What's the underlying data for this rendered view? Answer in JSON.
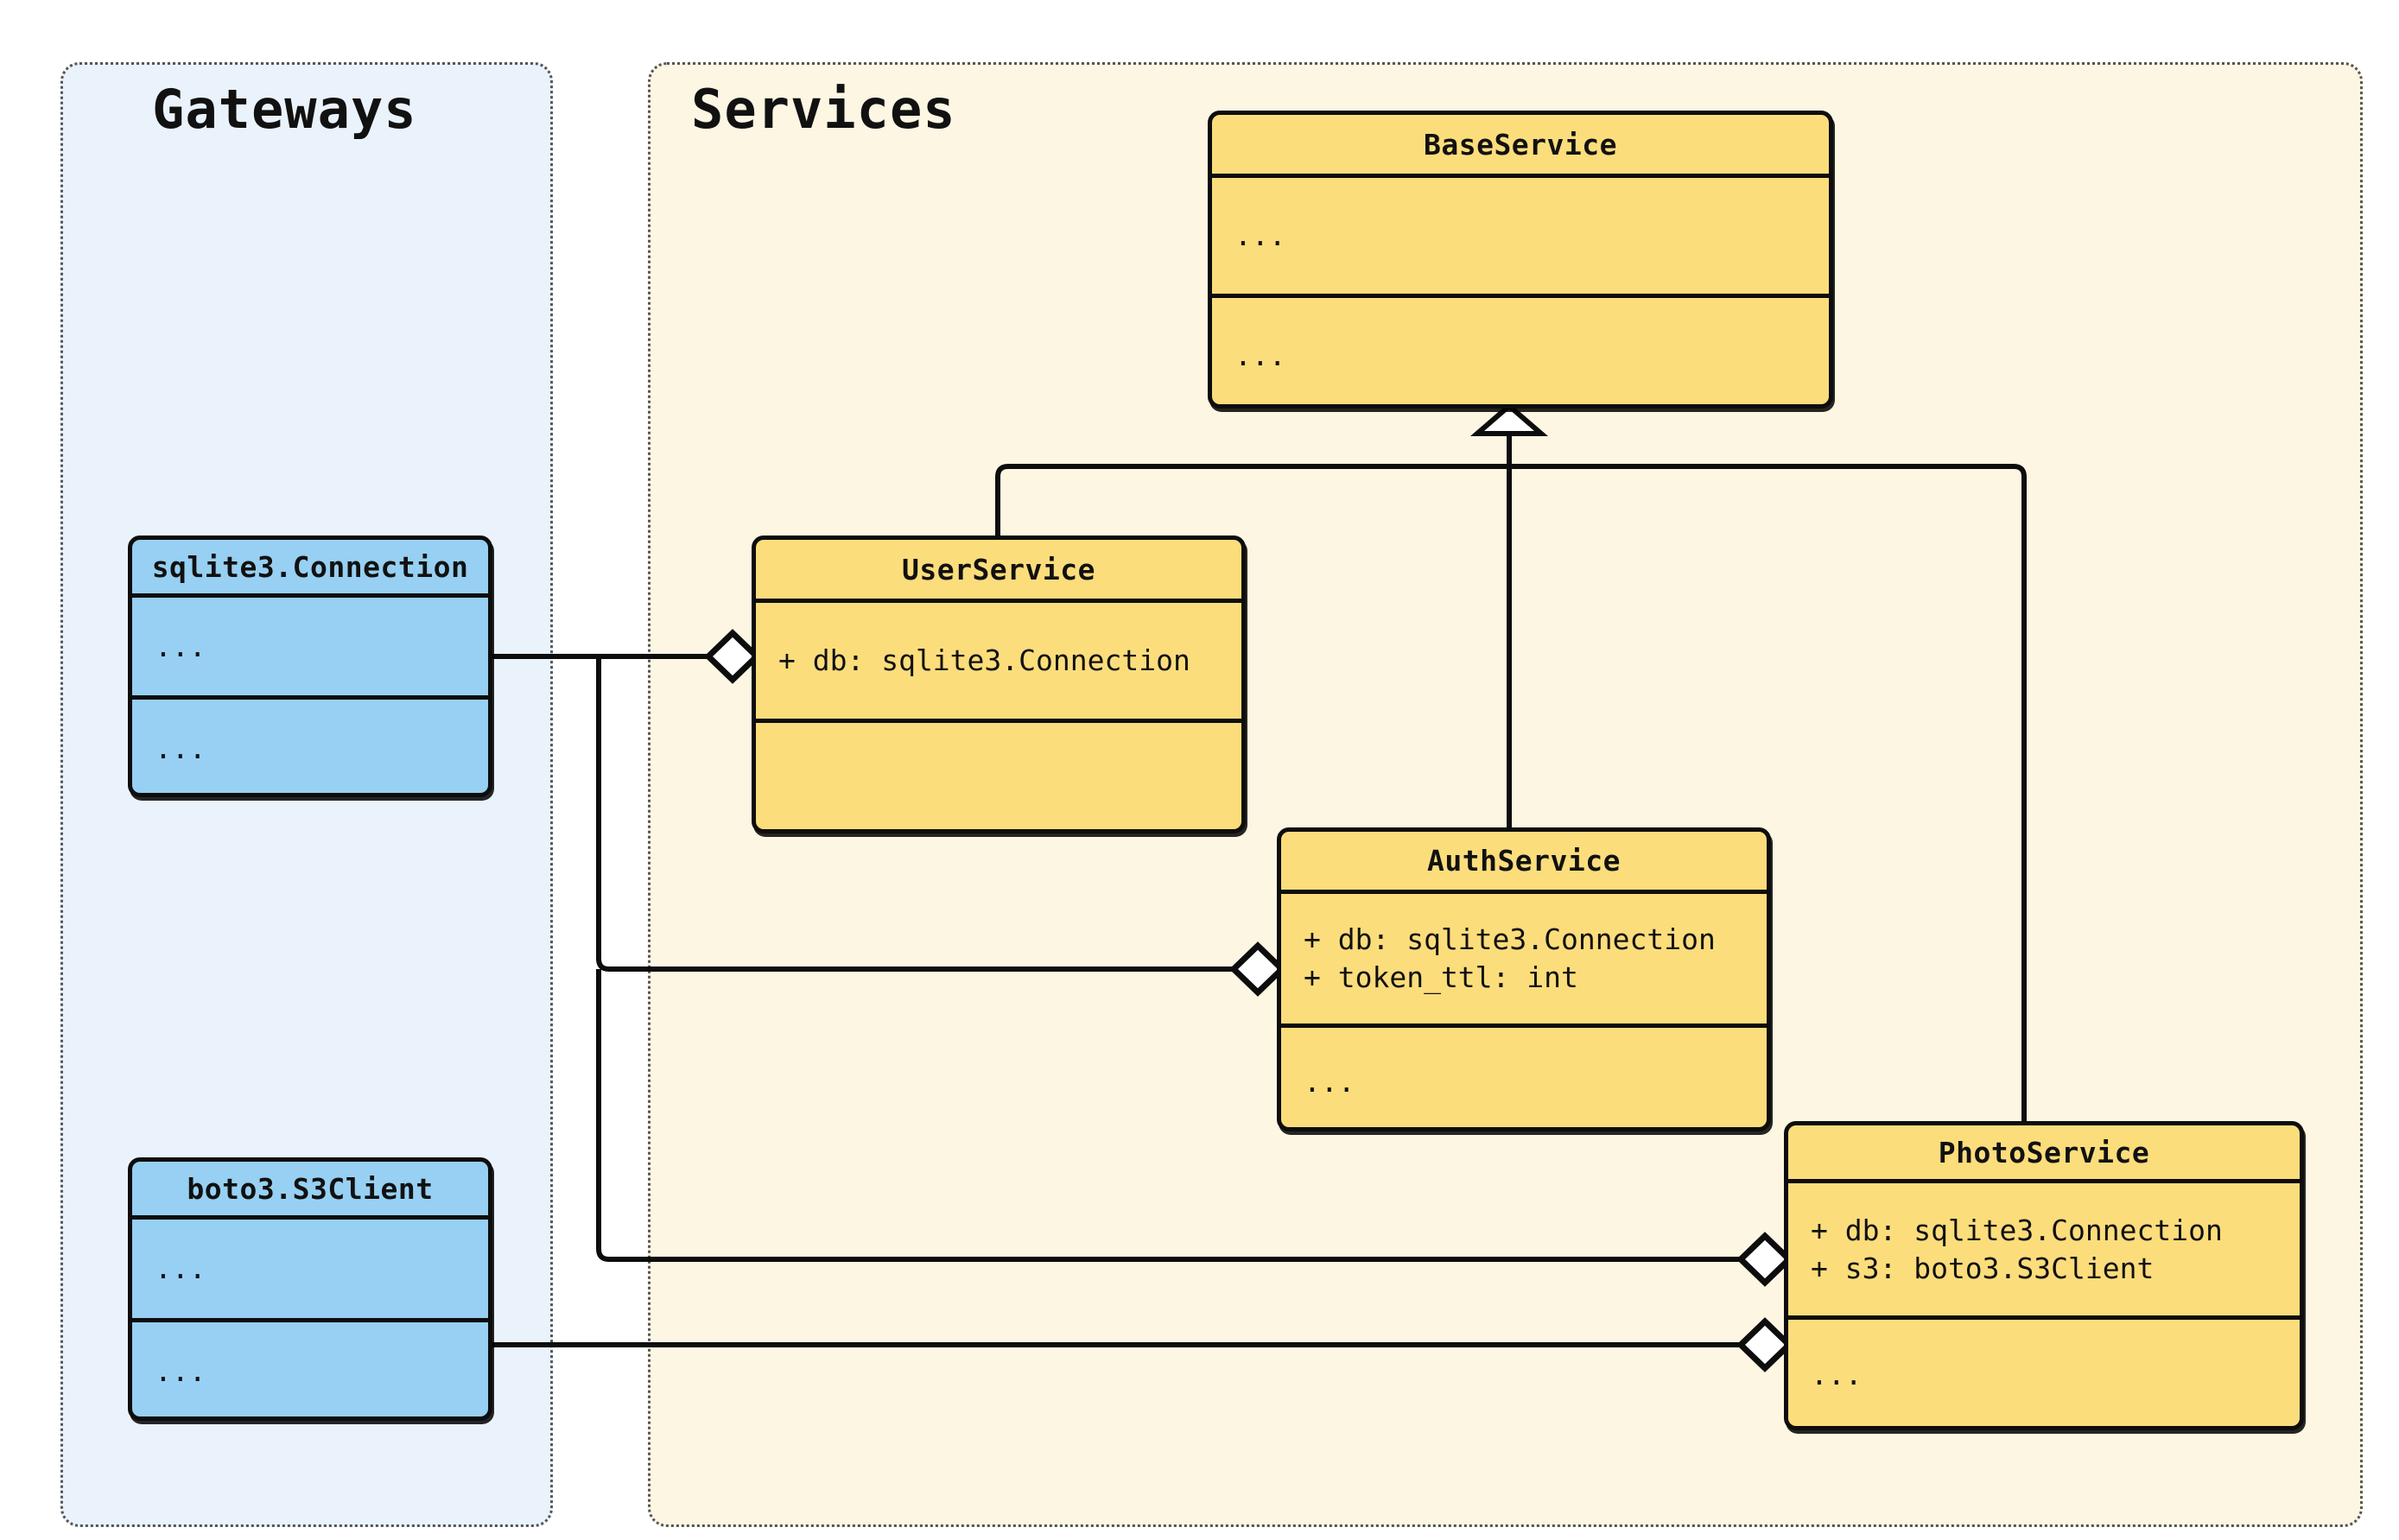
{
  "diagram": {
    "type": "uml-class-diagram",
    "colors": {
      "gateway_package_fill": "#EAF3FC",
      "service_package_fill": "#FDF6E3",
      "gateway_class_fill": "#97D0F2",
      "service_class_fill": "#FCDD7C",
      "stroke": "#0d0d0d",
      "package_border": "#555555"
    }
  },
  "packages": [
    {
      "id": "gateways",
      "title": "Gateways"
    },
    {
      "id": "services",
      "title": "Services"
    }
  ],
  "classes": [
    {
      "id": "sqlite3_connection",
      "name": "sqlite3.Connection",
      "package": "gateways",
      "attributes": "...",
      "methods": "..."
    },
    {
      "id": "boto3_s3client",
      "name": "boto3.S3Client",
      "package": "gateways",
      "attributes": "...",
      "methods": "..."
    },
    {
      "id": "base_service",
      "name": "BaseService",
      "package": "services",
      "attributes": "...",
      "methods": "..."
    },
    {
      "id": "user_service",
      "name": "UserService",
      "package": "services",
      "attributes": "+ db: sqlite3.Connection",
      "methods": ""
    },
    {
      "id": "auth_service",
      "name": "AuthService",
      "package": "services",
      "attributes": "+ db: sqlite3.Connection\n+ token_ttl: int",
      "methods": "..."
    },
    {
      "id": "photo_service",
      "name": "PhotoService",
      "package": "services",
      "attributes": "+ db: sqlite3.Connection\n+ s3: boto3.S3Client",
      "methods": "..."
    }
  ],
  "relationships": [
    {
      "kind": "inheritance",
      "from": "user_service",
      "to": "base_service",
      "marker": "hollow-triangle"
    },
    {
      "kind": "inheritance",
      "from": "auth_service",
      "to": "base_service",
      "marker": "hollow-triangle"
    },
    {
      "kind": "inheritance",
      "from": "photo_service",
      "to": "base_service",
      "marker": "hollow-triangle"
    },
    {
      "kind": "aggregation",
      "from": "user_service",
      "to": "sqlite3_connection",
      "marker": "hollow-diamond"
    },
    {
      "kind": "aggregation",
      "from": "auth_service",
      "to": "sqlite3_connection",
      "marker": "hollow-diamond"
    },
    {
      "kind": "aggregation",
      "from": "photo_service",
      "to": "sqlite3_connection",
      "marker": "hollow-diamond"
    },
    {
      "kind": "aggregation",
      "from": "photo_service",
      "to": "boto3_s3client",
      "marker": "hollow-diamond"
    }
  ]
}
